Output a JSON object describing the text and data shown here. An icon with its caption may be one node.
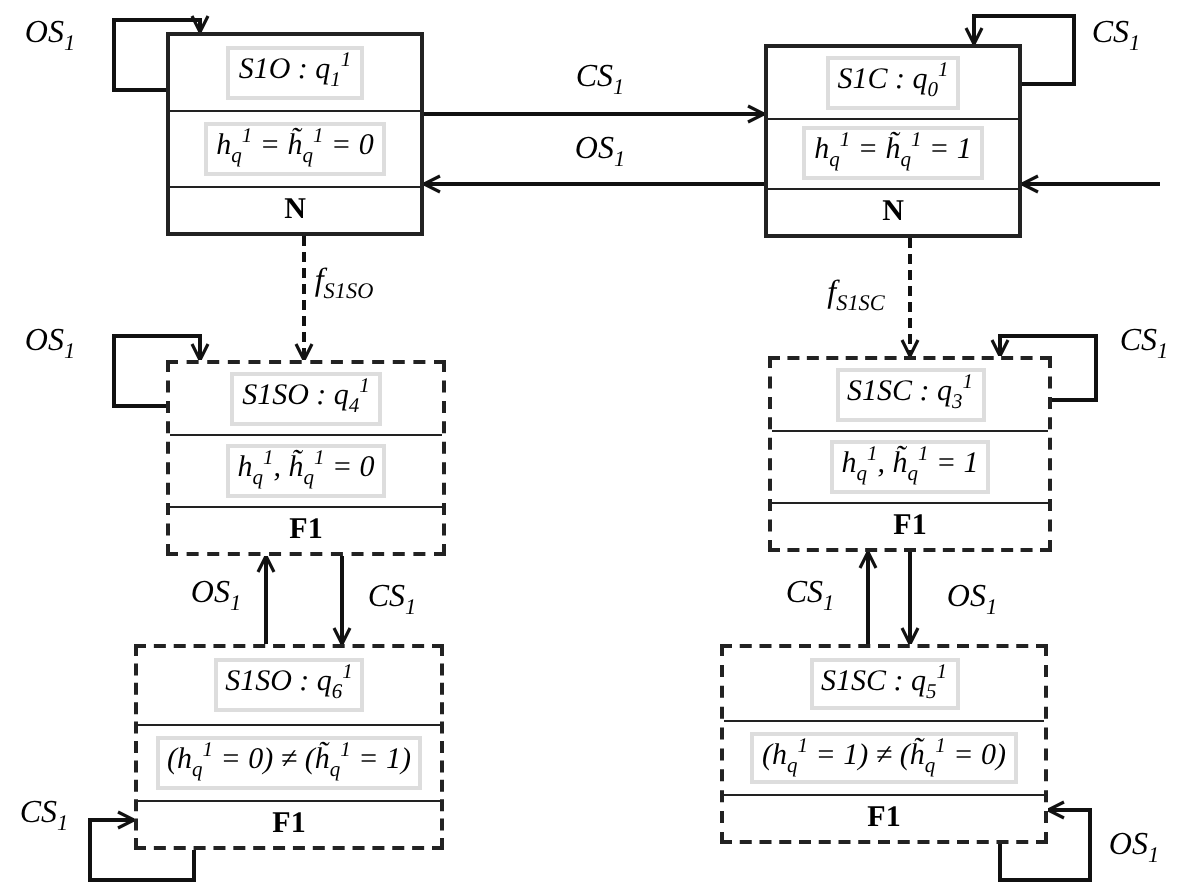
{
  "diagram": {
    "nodes": [
      {
        "text": [
          "S1O : q$_{1}$$^{1}$",
          "h$_{q}$$^{1}$ = h̃$_{q}$$^{1}$ = 0",
          "N"
        ]
      },
      {
        "text": [
          "S1C : q$_{0}$$^{1}$",
          "h$_{q}$$^{1}$ = h̃$_{q}$$^{1}$ = 1",
          "N"
        ]
      },
      {
        "text": [
          "S1SO : q$_{4}$$^{1}$",
          "h$_{q}$$^{1}$, h̃$_{q}$$^{1}$ = 0",
          "F1"
        ]
      },
      {
        "text": [
          "S1SC : q$_{3}$$^{1}$",
          "h$_{q}$$^{1}$, h̃$_{q}$$^{1}$ = 1",
          "F1"
        ]
      },
      {
        "text": [
          "S1SO : q$_{6}$$^{1}$",
          "(h$_{q}$$^{1}$ = 0) ≠ (h̃$_{q}$$^{1}$ = 1)",
          "F1"
        ]
      },
      {
        "text": [
          "S1SC : q$_{5}$$^{1}$",
          "(h$_{q}$$^{1}$ = 1) ≠ (h̃$_{q}$$^{1}$ = 0)",
          "F1"
        ]
      }
    ],
    "edges": [
      {
        "from": 0,
        "to": 0,
        "arrow": "to",
        "label": "OS$_{1}$"
      },
      {
        "from": 0,
        "to": 1,
        "arrow": "to",
        "label": "CS$_{1}$"
      },
      {
        "from": 1,
        "to": 0,
        "arrow": "to",
        "label": "OS$_{1}$"
      },
      {
        "from": null,
        "to": 1,
        "arrow": "to"
      },
      {
        "from": 1,
        "to": 1,
        "arrow": "to",
        "label": "CS$_{1}$"
      },
      {
        "from": 0,
        "to": 2,
        "arrow": "to",
        "label": "f$_{S1SO}$",
        "style": "dashed"
      },
      {
        "from": 1,
        "to": 3,
        "arrow": "to",
        "label": "f$_{S1SC}$",
        "style": "dashed"
      },
      {
        "from": 2,
        "to": 2,
        "arrow": "to",
        "label": "OS$_{1}$"
      },
      {
        "from": 3,
        "to": 3,
        "arrow": "to",
        "label": "CS$_{1}$"
      },
      {
        "from": 4,
        "to": 2,
        "arrow": "to",
        "label": "OS$_{1}$"
      },
      {
        "from": 2,
        "to": 4,
        "arrow": "to",
        "label": "CS$_{1}$"
      },
      {
        "from": 5,
        "to": 3,
        "arrow": "to",
        "label": "CS$_{1}$"
      },
      {
        "from": 3,
        "to": 5,
        "arrow": "to",
        "label": "OS$_{1}$"
      },
      {
        "from": 4,
        "to": 4,
        "arrow": "to",
        "label": "CS$_{1}$"
      },
      {
        "from": 5,
        "to": 5,
        "arrow": "to",
        "label": "OS$_{1}$"
      }
    ]
  }
}
